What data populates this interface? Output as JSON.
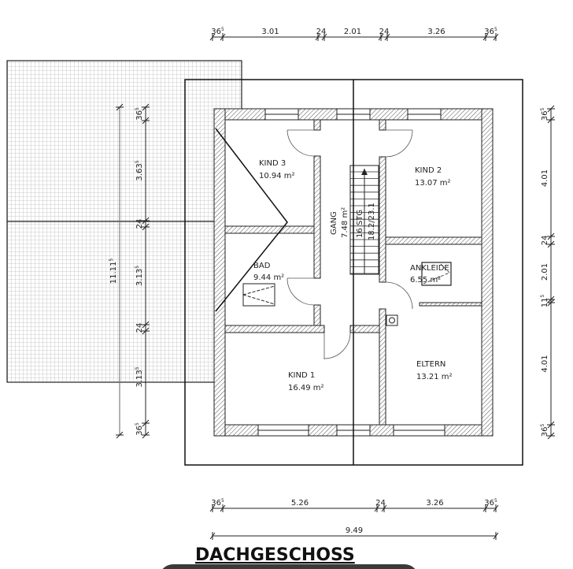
{
  "title": "DACHGESCHOSS",
  "rooms": [
    {
      "name": "KIND 3",
      "area": "10.94 m²"
    },
    {
      "name": "BAD",
      "area": "9.44 m²"
    },
    {
      "name": "GANG",
      "area": "7.48 m²"
    },
    {
      "name": "KIND 2",
      "area": "13.07 m²"
    },
    {
      "name": "ANKLEIDE",
      "area": "6.55 m²"
    },
    {
      "name": "ELTERN",
      "area": "13.21 m²"
    },
    {
      "name": "KIND 1",
      "area": "16.49 m²"
    }
  ],
  "stairs": {
    "steps": "16 STG",
    "ratio": "18.2/23.1"
  },
  "dims": {
    "top": [
      {
        "v": "36",
        "s": "5"
      },
      {
        "v": "3.01",
        "s": ""
      },
      {
        "v": "24",
        "s": ""
      },
      {
        "v": "2.01",
        "s": ""
      },
      {
        "v": "24",
        "s": ""
      },
      {
        "v": "3.26",
        "s": ""
      },
      {
        "v": "36",
        "s": "5"
      }
    ],
    "bottom": [
      {
        "v": "36",
        "s": "5"
      },
      {
        "v": "5.26",
        "s": ""
      },
      {
        "v": "24",
        "s": ""
      },
      {
        "v": "3.26",
        "s": ""
      },
      {
        "v": "36",
        "s": "5"
      }
    ],
    "total_width": "9.49",
    "left_total": {
      "v": "11.11",
      "s": "5"
    },
    "left": [
      {
        "v": "36",
        "s": "5"
      },
      {
        "v": "3.63",
        "s": "5"
      },
      {
        "v": "24",
        "s": ""
      },
      {
        "v": "3.13",
        "s": "5"
      },
      {
        "v": "24",
        "s": ""
      },
      {
        "v": "3.13",
        "s": "5"
      },
      {
        "v": "36",
        "s": "5"
      }
    ],
    "right": [
      {
        "v": "36",
        "s": "5"
      },
      {
        "v": "4.01",
        "s": ""
      },
      {
        "v": "24",
        "s": ""
      },
      {
        "v": "2.01",
        "s": ""
      },
      {
        "v": "11",
        "s": "5"
      },
      {
        "v": "4.01",
        "s": ""
      },
      {
        "v": "36",
        "s": "5"
      }
    ]
  }
}
